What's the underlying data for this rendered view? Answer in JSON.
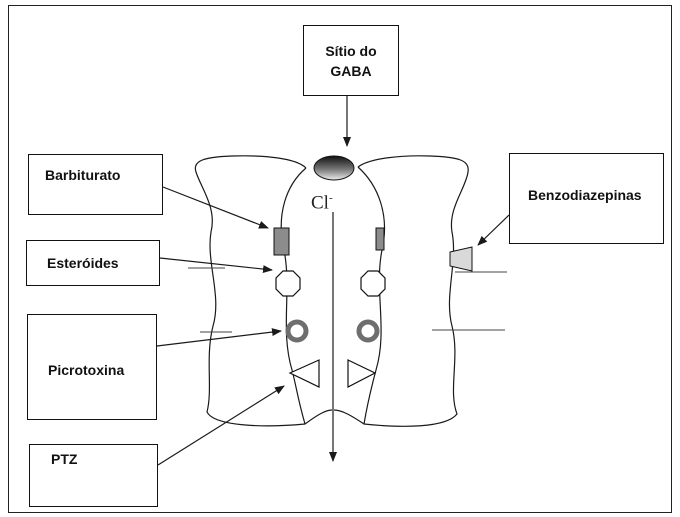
{
  "labels": {
    "gaba_site_line1": "Sítio do",
    "gaba_site_line2": "GABA",
    "barbiturate": "Barbiturato",
    "benzodiazepines": "Benzodiazepinas",
    "steroids": "Esteróides",
    "picrotoxin": "Picrotoxina",
    "ptz": "PTZ"
  },
  "ion": {
    "symbol": "Cl",
    "charge": "-"
  },
  "colors": {
    "line": "#1a1a1a",
    "barbiturate_site": "#8c8c8c",
    "benzodiazepine_site": "#d9d9d9",
    "picrotoxin_ring": "#6e6e6e",
    "gaba_site_dark": "#111111",
    "gaba_site_light": "#e8e8e8"
  }
}
